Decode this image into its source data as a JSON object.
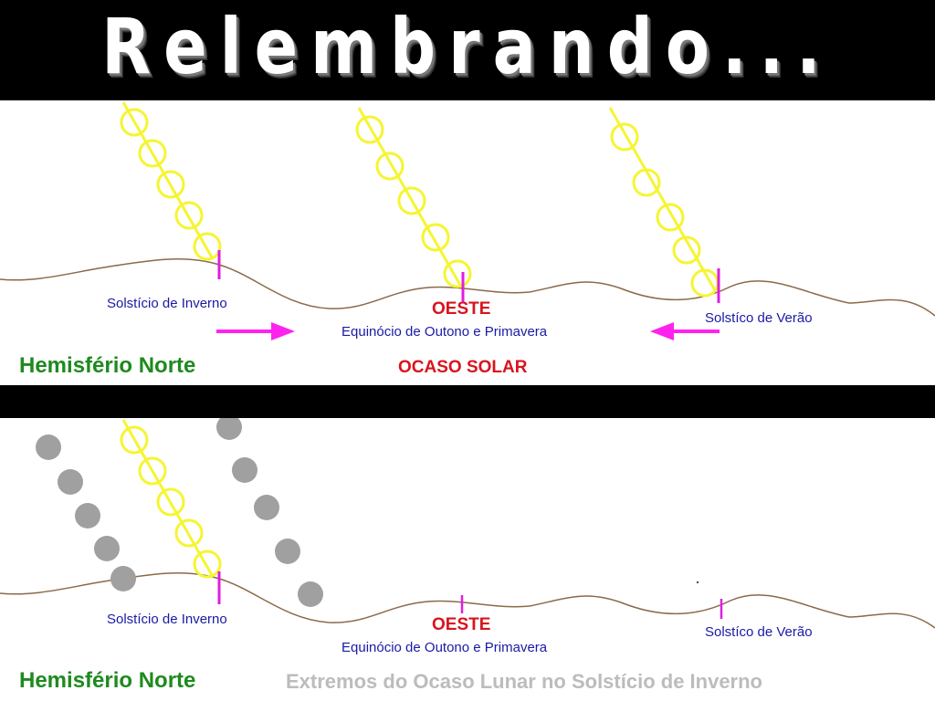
{
  "title": "Relembrando...",
  "colors": {
    "sun": "#f5f532",
    "moon": "#a0a0a0",
    "horizon": "#8a6a4a",
    "marker": "#e01ee0",
    "arrow": "#ff22ee",
    "label_blue": "#1a1aa6",
    "label_red": "#d8141e",
    "label_green": "#1e8a1e",
    "label_gray": "#bcbcbc"
  },
  "top_panel": {
    "winter_solstice": "Solstício de Inverno",
    "west": "OESTE",
    "equinox": "Equinócio de Outono e Primavera",
    "summer_solstice": "Solstíco de Verão",
    "hemisphere": "Hemisfério Norte",
    "caption": "OCASO SOLAR"
  },
  "bottom_panel": {
    "winter_solstice": "Solstício de Inverno",
    "west": "OESTE",
    "equinox": "Equinócio de Outono e Primavera",
    "summer_solstice": "Solstíco de Verão",
    "hemisphere": "Hemisfério Norte",
    "caption": "Extremos do Ocaso Lunar no Solstício de Inverno"
  }
}
